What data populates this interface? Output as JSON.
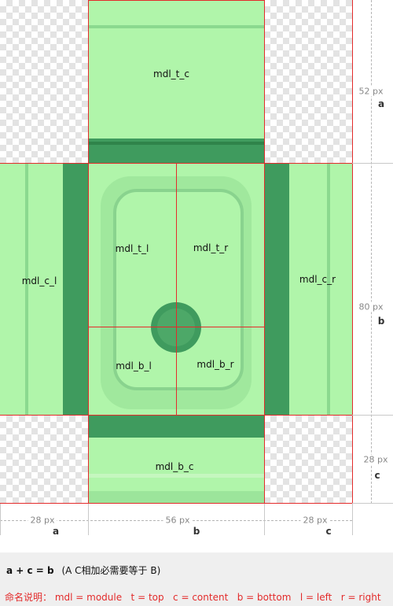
{
  "tiles": {
    "top_center": "mdl_t_c",
    "center_left": "mdl_c_l",
    "top_left": "mdl_t_l",
    "top_right": "mdl_t_r",
    "bottom_left": "mdl_b_l",
    "bottom_right": "mdl_b_r",
    "center_right": "mdl_c_r",
    "bottom_center": "mdl_b_c"
  },
  "dimensions": {
    "rows": [
      {
        "size": "52 px",
        "letter": "a"
      },
      {
        "size": "80 px",
        "letter": "b"
      },
      {
        "size": "28 px",
        "letter": "c"
      }
    ],
    "columns": [
      {
        "size": "28 px",
        "letter": "a"
      },
      {
        "size": "56 px",
        "letter": "b"
      },
      {
        "size": "28 px",
        "letter": "c"
      }
    ]
  },
  "notes": {
    "formula": "a + c = b",
    "formula_note": "(A C相加必需要等于 B)",
    "naming": "命名说明： mdl = module   t = top   c = content   b = bottom   l = left   r = right"
  },
  "colors": {
    "light_green": "#b0f5aa",
    "dark_green": "#3f9b5e",
    "mid_green": "#6dc47e",
    "grid_red": "#e32b2b",
    "naming_red": "#e32b2b"
  }
}
